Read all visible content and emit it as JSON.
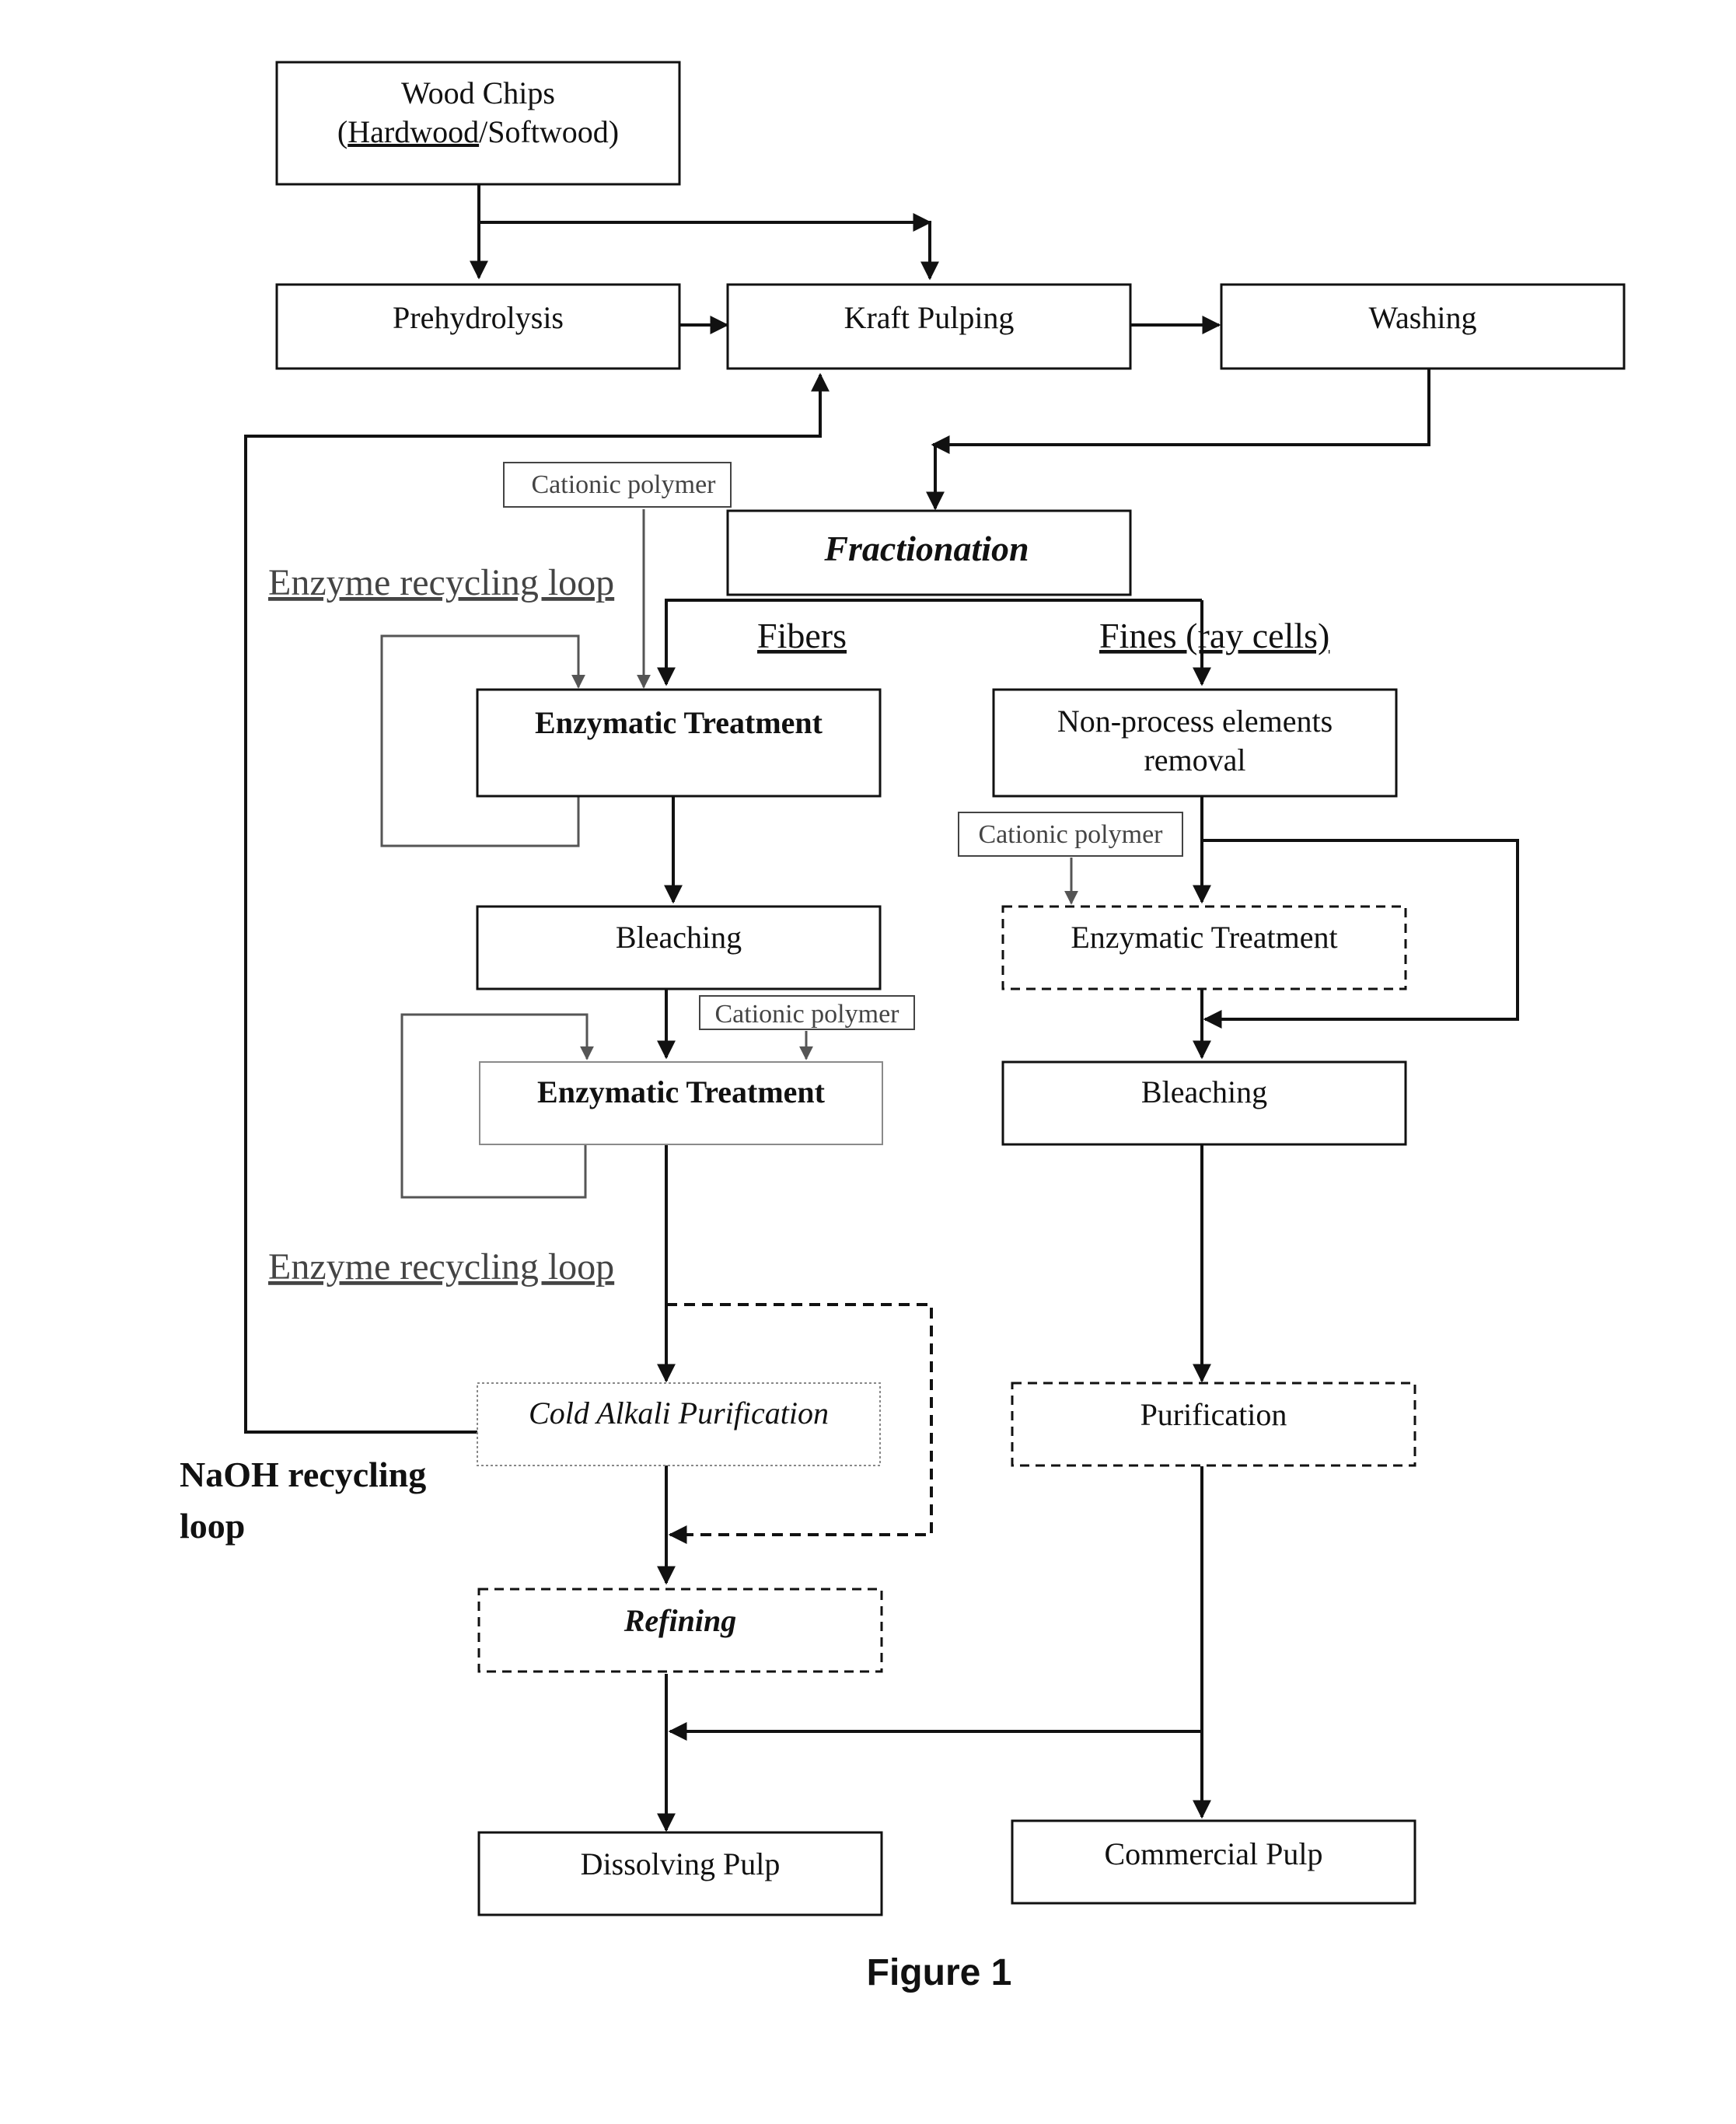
{
  "nodes": {
    "wood_chips": {
      "line1": "Wood Chips",
      "line2_open": "(",
      "line2_hardwood": "Hardwood",
      "line2_rest": "/Softwood)"
    },
    "prehydrolysis": "Prehydrolysis",
    "kraft_pulping": "Kraft Pulping",
    "washing": "Washing",
    "fractionation": "Fractionation",
    "enzymatic_treatment_1": "Enzymatic Treatment",
    "non_process": {
      "line1": "Non-process elements",
      "line2": "removal"
    },
    "bleaching_fibers": "Bleaching",
    "enzymatic_treatment_fines": "Enzymatic Treatment",
    "enzymatic_treatment_2": "Enzymatic Treatment",
    "bleaching_fines": "Bleaching",
    "cold_alkali": "Cold Alkali Purification",
    "purification": "Purification",
    "refining": "Refining",
    "dissolving_pulp": "Dissolving Pulp",
    "commercial_pulp": "Commercial Pulp"
  },
  "labels": {
    "cationic_polymer_1": "Cationic polymer",
    "cationic_polymer_2": "Cationic polymer",
    "cationic_polymer_3": "Cationic polymer",
    "enzyme_loop_1": "Enzyme recycling loop",
    "enzyme_loop_2": "Enzyme recycling loop",
    "fibers": "Fibers",
    "fines": "Fines (ray cells)",
    "naoh_line1": "NaOH recycling",
    "naoh_line2": "loop"
  },
  "caption": "Figure 1",
  "colors": {
    "line": "#111111",
    "gray_text": "#444444",
    "background": "#ffffff"
  }
}
